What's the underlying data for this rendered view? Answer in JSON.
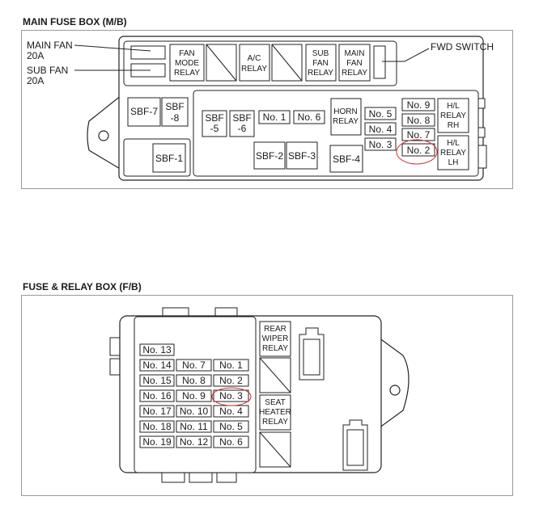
{
  "main_box": {
    "title": "MAIN FUSE BOX (M/B)",
    "callouts": {
      "main_fan": [
        "MAIN FAN",
        "20A"
      ],
      "sub_fan": [
        "SUB FAN",
        "20A"
      ],
      "fwd_switch": "FWD SWITCH"
    },
    "relays_top": {
      "fan_mode": [
        "FAN",
        "MODE",
        "RELAY"
      ],
      "ac": [
        "A/C",
        "RELAY"
      ],
      "sub_fan": [
        "SUB",
        "FAN",
        "RELAY"
      ],
      "main_fan": [
        "MAIN",
        "FAN",
        "RELAY"
      ]
    },
    "sbf": {
      "sbf7": "SBF-7",
      "sbf8": [
        "SBF",
        "-8"
      ],
      "sbf5": [
        "SBF",
        "-5"
      ],
      "sbf6": [
        "SBF",
        "-6"
      ],
      "sbf1": "SBF-1",
      "sbf2": "SBF-2",
      "sbf3": "SBF-3",
      "sbf4": "SBF-4"
    },
    "fuses": {
      "no1": "No. 1",
      "no2": "No. 2",
      "no3": "No. 3",
      "no4": "No. 4",
      "no5": "No. 5",
      "no6": "No. 6",
      "no7": "No. 7",
      "no8": "No. 8",
      "no9": "No. 9"
    },
    "horn_relay": [
      "HORN",
      "RELAY"
    ],
    "hl_relay_rh": [
      "H/L",
      "RELAY",
      "RH"
    ],
    "hl_relay_lh": [
      "H/L",
      "RELAY",
      "LH"
    ]
  },
  "fuse_relay_box": {
    "title": "FUSE & RELAY BOX (F/B)",
    "rear_wiper_relay": [
      "REAR",
      "WIPER",
      "RELAY"
    ],
    "seat_heater_relay": [
      "SEAT",
      "HEATER",
      "RELAY"
    ],
    "fuses": {
      "no13": "No. 13",
      "col1": [
        "No. 14",
        "No. 15",
        "No. 16",
        "No. 17",
        "No. 18",
        "No. 19"
      ],
      "col2": [
        "No. 7",
        "No. 8",
        "No. 9",
        "No. 10",
        "No. 11",
        "No. 12"
      ],
      "col3": [
        "No. 1",
        "No. 2",
        "No. 3",
        "No. 4",
        "No. 5",
        "No. 6"
      ]
    }
  },
  "highlight_color": "#d03030"
}
